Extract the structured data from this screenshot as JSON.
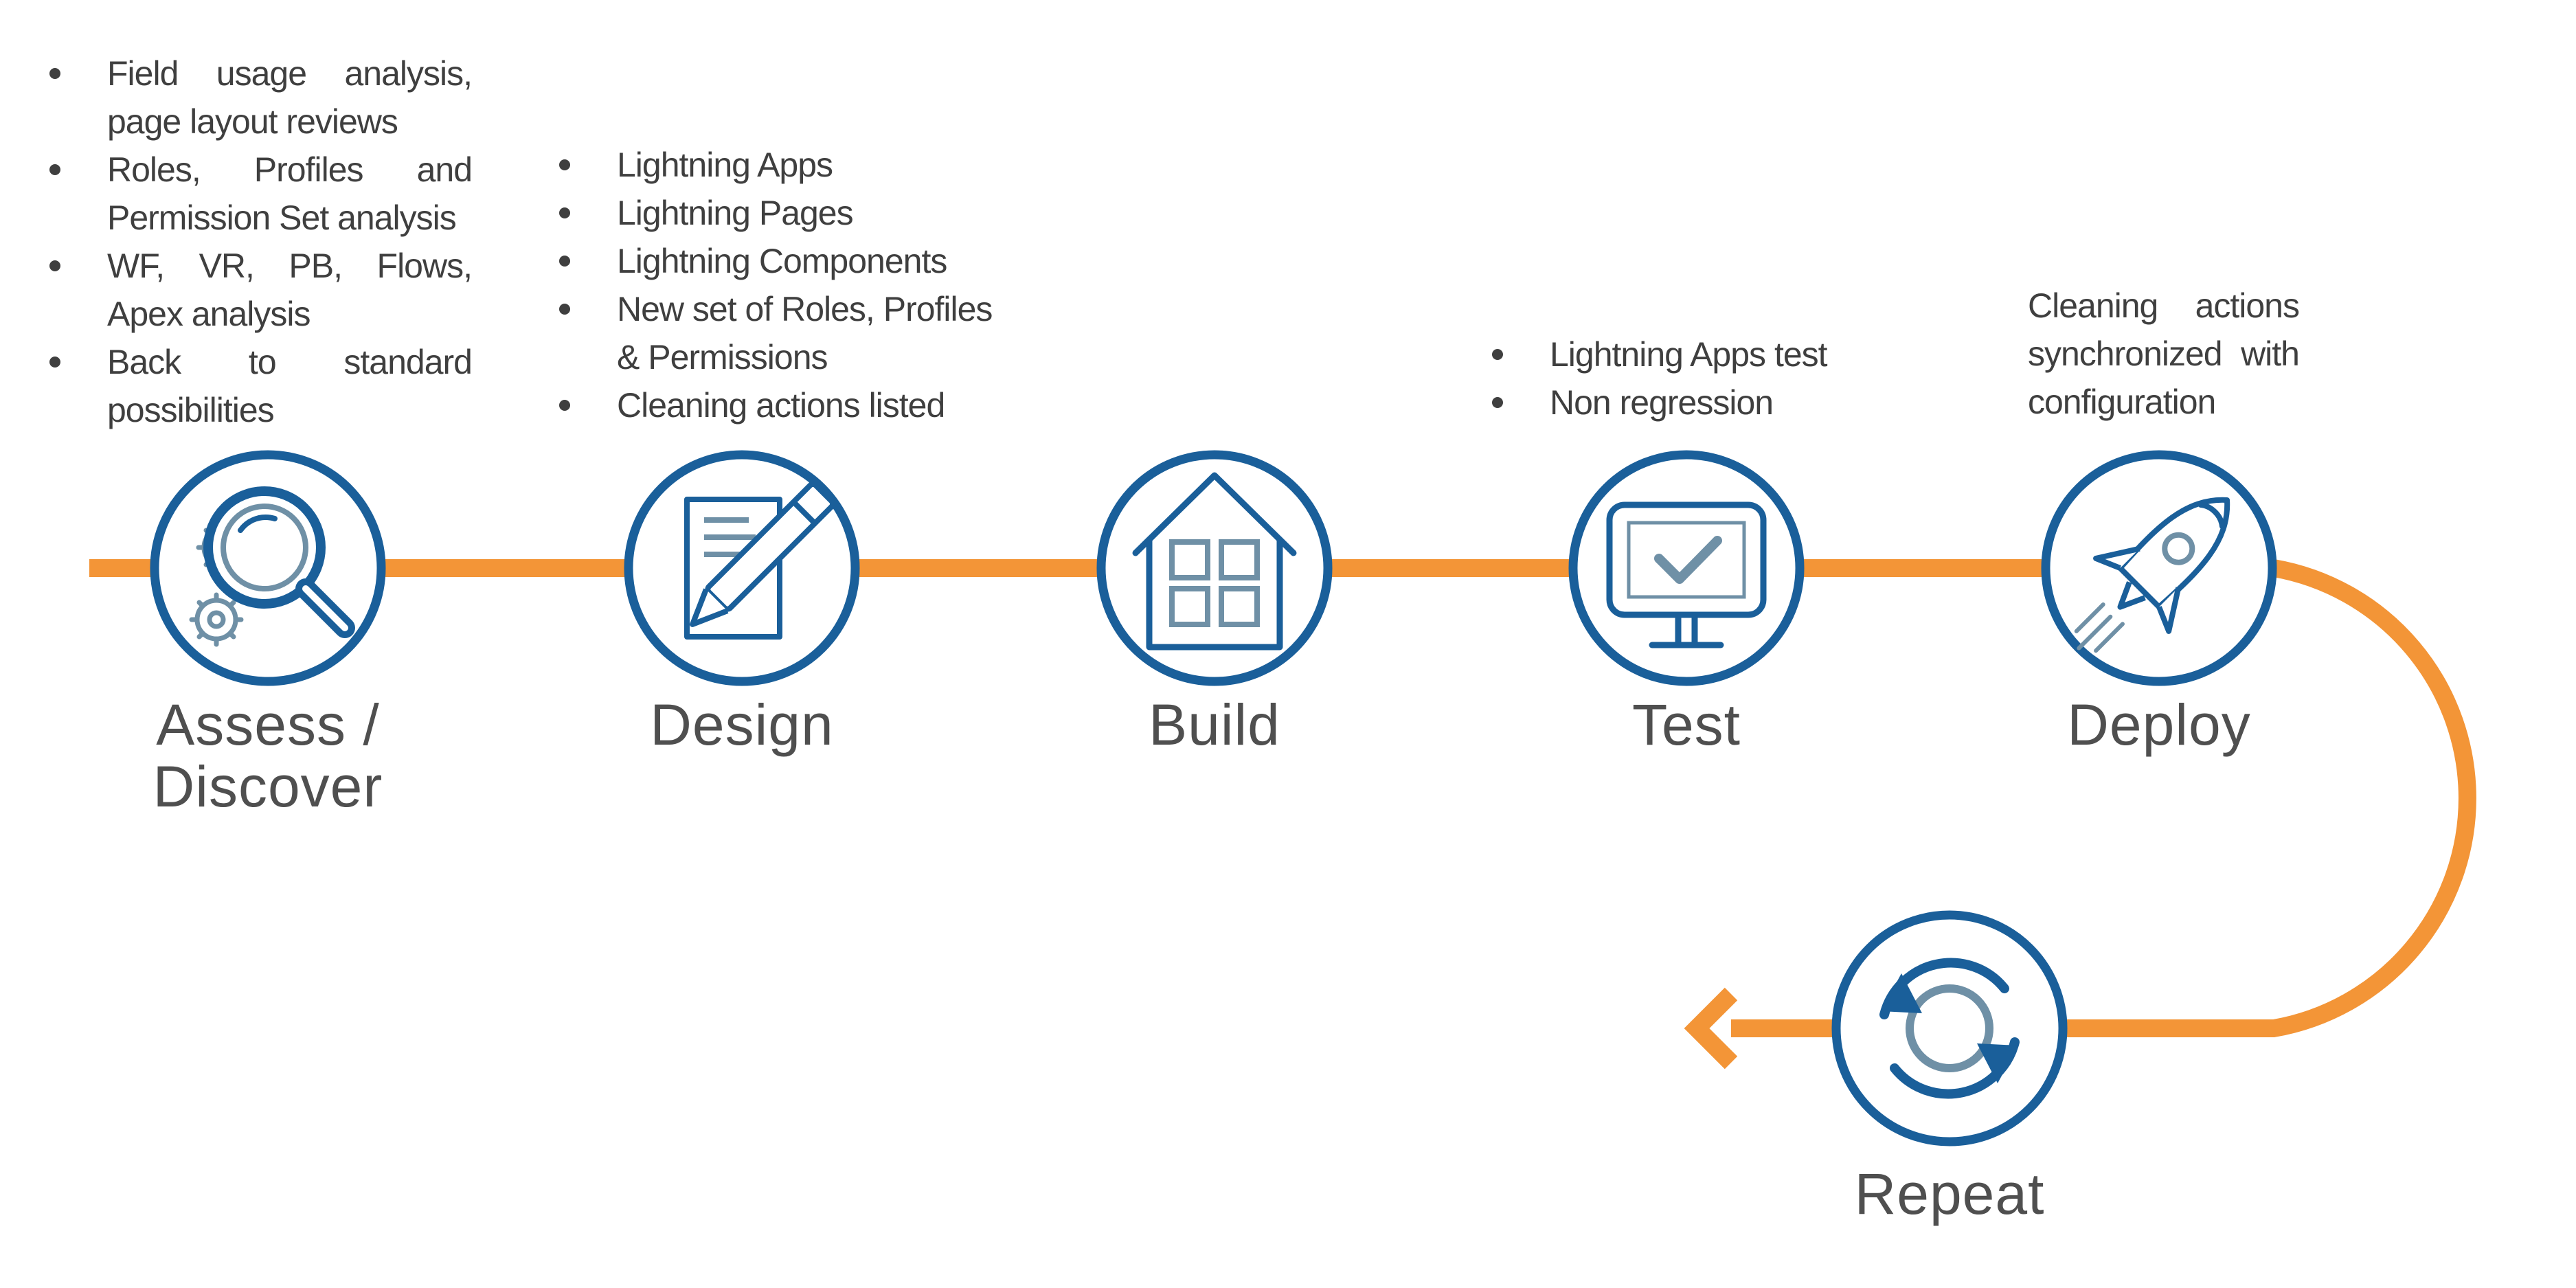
{
  "colors": {
    "track": "#f39537",
    "ring": "#1a5f9a",
    "icon_light": "#6f90a6",
    "text": "#4f4f4f"
  },
  "steps": [
    {
      "title": "Assess / Discover",
      "title_lines": [
        "Assess /",
        "Discover"
      ],
      "icon": "magnifier-gears-icon",
      "bullets": [
        "Field usage analysis, page layout reviews",
        "Roles, Profiles and Permission Set analysis",
        "WF, VR, PB, Flows, Apex analysis",
        "Back to standard possibilities"
      ]
    },
    {
      "title": "Design",
      "icon": "document-pencil-icon",
      "bullets": [
        "Lightning Apps",
        "Lightning Pages",
        "Lightning Components",
        "New set of Roles, Profiles & Permissions",
        "Cleaning actions listed"
      ]
    },
    {
      "title": "Build",
      "icon": "house-icon",
      "bullets": []
    },
    {
      "title": "Test",
      "icon": "monitor-check-icon",
      "bullets": [
        "Lightning Apps test",
        "Non regression"
      ]
    },
    {
      "title": "Deploy",
      "icon": "rocket-icon",
      "text": "Cleaning actions synchronized with configuration"
    },
    {
      "title": "Repeat",
      "icon": "refresh-cycle-icon"
    }
  ]
}
